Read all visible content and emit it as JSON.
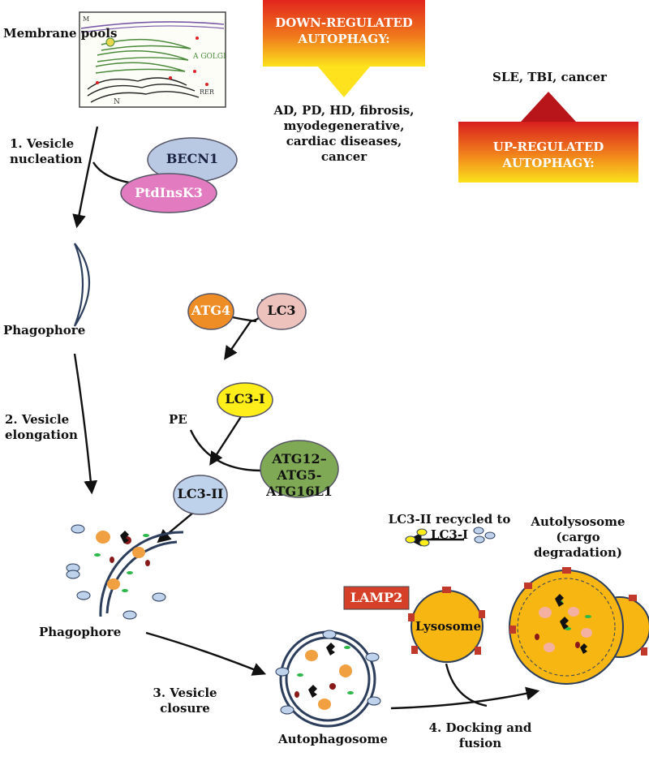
{
  "banners": {
    "down_regulated": "DOWN-REGULATED AUTOPHAGY:",
    "up_regulated": "UP-REGULATED AUTOPHAGY:"
  },
  "conditions": {
    "down": "AD, PD, HD, fibrosis, myodegenerative,  cardiac diseases, cancer",
    "up": "SLE, TBI, cancer"
  },
  "membrane": {
    "title": "Membrane pools",
    "sketch_labels": [
      "M",
      "A GOLGI",
      "N",
      "RER"
    ]
  },
  "steps": {
    "nucleation": "1. Vesicle nucleation",
    "elongation": "2. Vesicle elongation",
    "closure": "3. Vesicle closure",
    "docking": "4. Docking and fusion"
  },
  "stages": {
    "phagophore_1": "Phagophore",
    "phagophore_2": "Phagophore",
    "autophagosome": "Autophagosome",
    "lysosome": "Lysosome",
    "autolysosome": "Autolysosome (cargo degradation)"
  },
  "proteins": {
    "becn1": "BECN1",
    "ptdinsk3": "PtdInsK3",
    "atg4": "ATG4",
    "lc3": "LC3",
    "lc3_i": "LC3-I",
    "pe": "PE",
    "lc3_ii": "LC3-II",
    "atg12": "ATG12–ATG5-ATG16L1",
    "lamp2": "LAMP2"
  },
  "recycle": "LC3-II recycled to LC3-I",
  "colors": {
    "becn1": "#b9c9e4",
    "ptdinsk3": "#e27bbf",
    "atg4": "#ee8d25",
    "lc3": "#edc2bd",
    "lc3_i": "#ffee1a",
    "lc3_ii": "#bfd2ec",
    "atg12": "#7fa954",
    "lamp2": "#d63f28",
    "lysosome": "#f8b612",
    "membrane_blue": "#2c3e5c"
  }
}
